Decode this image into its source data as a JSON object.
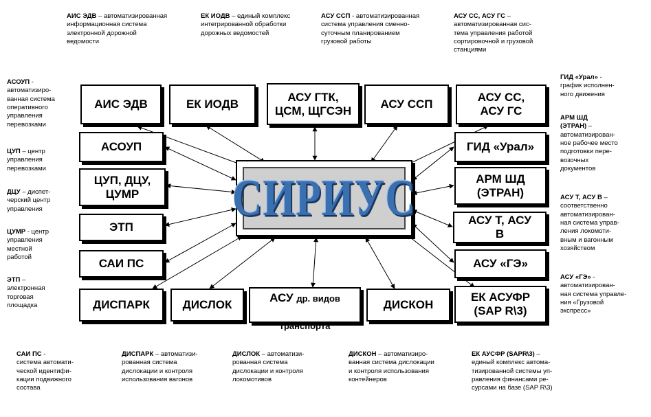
{
  "center": {
    "label": "СИРИУС"
  },
  "boxes": {
    "ais_edv": "АИС ЭДВ",
    "ek_iodv": "ЕК ИОДВ",
    "asu_gtk": "АСУ ГТК,\nЦСМ, ЩГСЭН",
    "asu_ssp": "АСУ ССП",
    "asu_ss": "АСУ СС,\nАСУ ГС",
    "asoup": "АСОУП",
    "tsup": "ЦУП, ДЦУ,\nЦУМР",
    "etp": "ЭТП",
    "sai_ps": "САИ ПС",
    "gid_ural": "ГИД «Урал»",
    "arm_shd": "АРМ ШД\n(ЭТРАН)",
    "asu_t": "АСУ Т, АСУ\nВ",
    "asu_ge": "АСУ «ГЭ»",
    "dispark": "ДИСПАРК",
    "dislok": "ДИСЛОК",
    "asu_dr_main": "АСУ ",
    "asu_dr_sub": "др. видов",
    "asu_dr_line2": "транспорта",
    "diskon": "ДИСКОН",
    "ek_asufr": "ЕК АСУФР\n(SAP R\\3)"
  },
  "notes": {
    "top_ais_b": "АИС ЭДВ",
    "top_ais": " – автоматизированная\nинформационная система\nэлектронной дорожной\nведомости",
    "top_ek_b": "ЕК ИОДВ",
    "top_ek": " – единый комплекс\nинтегрированной обработки\nдорожных ведомостей",
    "top_ssp_b": "АСУ ССП",
    "top_ssp": " - автоматизированная\nсистема управления сменно-\nсуточным планированием\nгрузовой работы",
    "top_ss_b": "АСУ СС, АСУ ГС",
    "top_ss": " –\nавтоматизированная сис-\nтема управления работой\nсортировочной и грузовой\nстанциями",
    "left_asoup_b": "АСОУП",
    "left_asoup": " -\nавтоматизиро-\nванная система\nоперативного\nуправления\nперевозками",
    "left_tsup_b": "ЦУП",
    "left_tsup": " – центр\nуправления\nперевозками",
    "left_dtsu_b": "ДЦУ",
    "left_dtsu": " – диспет-\nчерский центр\nуправления",
    "left_tsumr_b": "ЦУМР",
    "left_tsumr": " - центр\nуправления\nместной\nработой",
    "left_etp_b": "ЭТП",
    "left_etp": " –\nэлектронная\nторговая\nплощадка",
    "right_gid_b": "ГИД «Урал»",
    "right_gid": " -\nграфик исполнен-\nного движения",
    "right_arm_b": "АРМ ШД\n(ЭТРАН)",
    "right_arm": " –\nавтоматизирован-\nное рабочее место\nподготовки пере-\nвозочных\nдокументов",
    "right_asut_b": "АСУ Т, АСУ В",
    "right_asut": " –\nсоответственно\nавтоматизирован-\nная система управ-\nления локомоти-\nвным и вагонным\nхозяйством",
    "right_ge_b": "АСУ «ГЭ»",
    "right_ge": " -\nавтоматизирован-\nная система управле-\nния «Грузовой\nэкспресс»",
    "bot_sai_b": "САИ ПС",
    "bot_sai": " -\nсистема автомати-\nческой идентифи-\nкации подвижного\nсостава",
    "bot_dispark_b": "ДИСПАРК",
    "bot_dispark": " – автоматизи-\nрованная система\nдислокации и контроля\nиспользования вагонов",
    "bot_dislok_b": "ДИСЛОК",
    "bot_dislok": " – автоматизи-\nрованная система\nдислокации и контроля\nлокомотивов",
    "bot_diskon_b": "ДИСКОН",
    "bot_diskon": " – автоматизиро-\nванная система дислокации\nи контроля использования\nконтейнеров",
    "bot_ek_b": "ЕК АУСФР (SAPR\\3)",
    "bot_ek": " –\nединый комплекс автома-\nтизированной системы уп-\nравления финансами ре-\nсурсами на базе (SAP R\\3)"
  }
}
